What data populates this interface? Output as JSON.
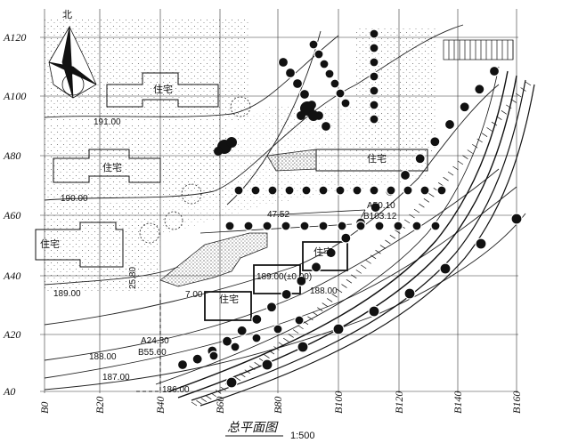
{
  "compass": {
    "north_label": "北"
  },
  "axes": {
    "y_labels": [
      "A120",
      "A100",
      "A80",
      "A60",
      "A40",
      "A20",
      "A0"
    ],
    "x_labels": [
      "B0",
      "B20",
      "B40",
      "B60",
      "B80",
      "B100",
      "B120",
      "B140",
      "B160"
    ]
  },
  "buildings": {
    "residential_label": "住宅"
  },
  "elevations": {
    "e19100": "191.00",
    "e19000": "190.00",
    "e18900": "189.00",
    "e18800": "188.00",
    "e18700": "187.00",
    "e18600": "186.00",
    "e18800b": "188.00",
    "e18900c": "189.00(±0.00)",
    "e2580": "25.80",
    "e700": "7.00",
    "e4752": "47.52"
  },
  "coordinates": {
    "a5010": "A50.10",
    "b10312": "B103.12",
    "a2430": "A24.30",
    "b5560": "B55.60"
  },
  "title": {
    "name": "总平面图",
    "scale": "1:500"
  }
}
